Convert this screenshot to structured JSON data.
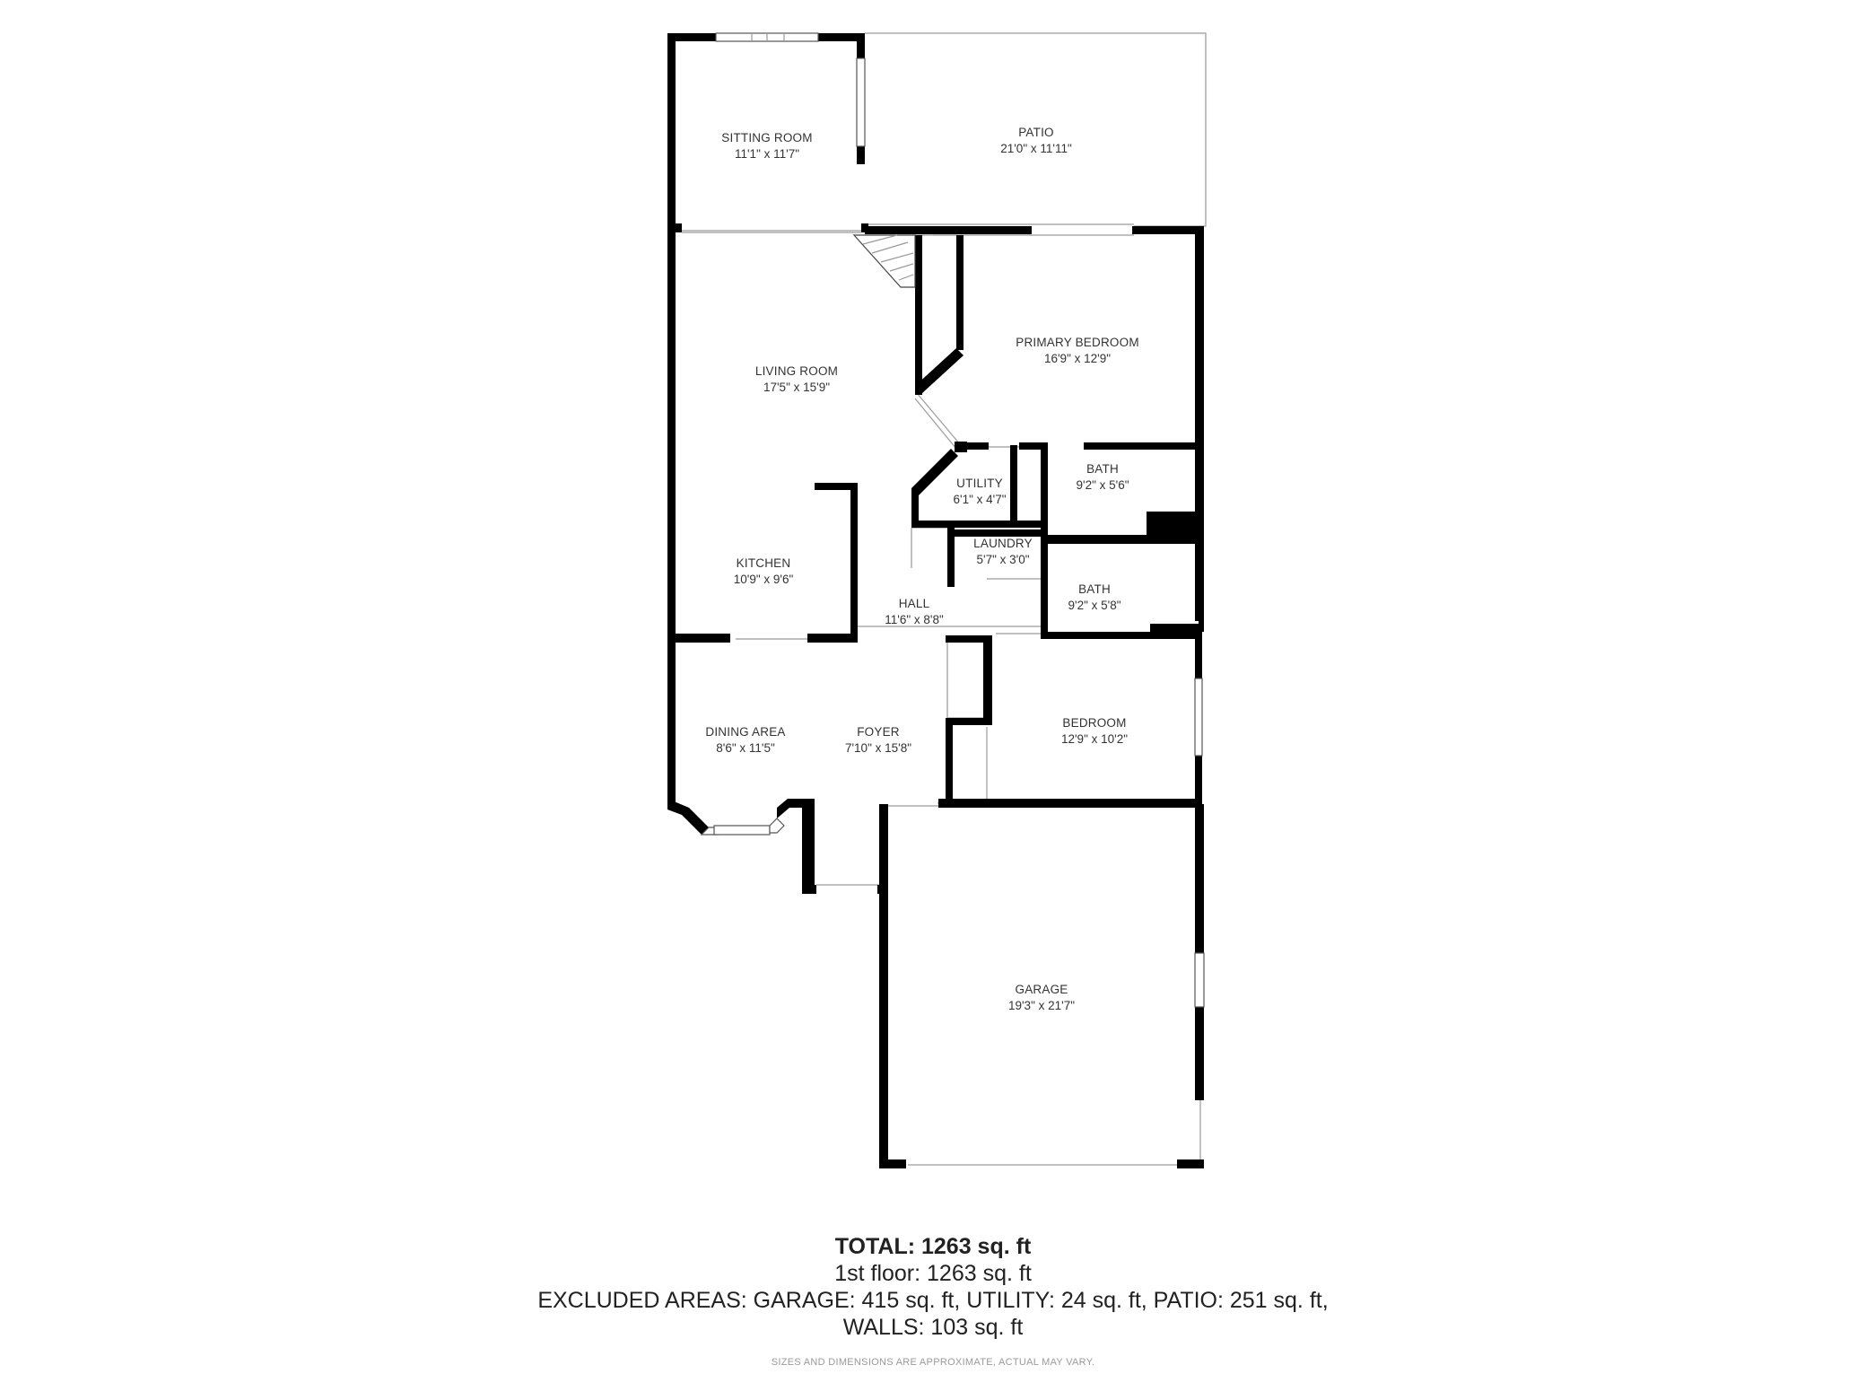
{
  "rooms": {
    "sitting_room": {
      "name": "SITTING ROOM",
      "dim": "11'1\" x 11'7\""
    },
    "patio": {
      "name": "PATIO",
      "dim": "21'0\" x 11'11\""
    },
    "living_room": {
      "name": "LIVING ROOM",
      "dim": "17'5\" x 15'9\""
    },
    "primary_bedroom": {
      "name": "PRIMARY BEDROOM",
      "dim": "16'9\" x 12'9\""
    },
    "utility": {
      "name": "UTILITY",
      "dim": "6'1\" x 4'7\""
    },
    "bath_1": {
      "name": "BATH",
      "dim": "9'2\" x 5'6\""
    },
    "laundry": {
      "name": "LAUNDRY",
      "dim": "5'7\" x 3'0\""
    },
    "kitchen": {
      "name": "KITCHEN",
      "dim": "10'9\" x 9'6\""
    },
    "hall": {
      "name": "HALL",
      "dim": "11'6\" x 8'8\""
    },
    "bath_2": {
      "name": "BATH",
      "dim": "9'2\" x 5'8\""
    },
    "dining_area": {
      "name": "DINING AREA",
      "dim": "8'6\" x 11'5\""
    },
    "foyer": {
      "name": "FOYER",
      "dim": "7'10\" x 15'8\""
    },
    "bedroom": {
      "name": "BEDROOM",
      "dim": "12'9\" x 10'2\""
    },
    "garage": {
      "name": "GARAGE",
      "dim": "19'3\" x 21'7\""
    }
  },
  "summary": {
    "total": "TOTAL: 1263 sq. ft",
    "floor": "1st floor: 1263 sq. ft",
    "excluded": "EXCLUDED AREAS: GARAGE: 415 sq. ft, UTILITY: 24 sq. ft, PATIO: 251 sq. ft,",
    "walls": "WALLS: 103 sq. ft",
    "disclaimer": "SIZES AND DIMENSIONS ARE APPROXIMATE, ACTUAL MAY VARY."
  }
}
